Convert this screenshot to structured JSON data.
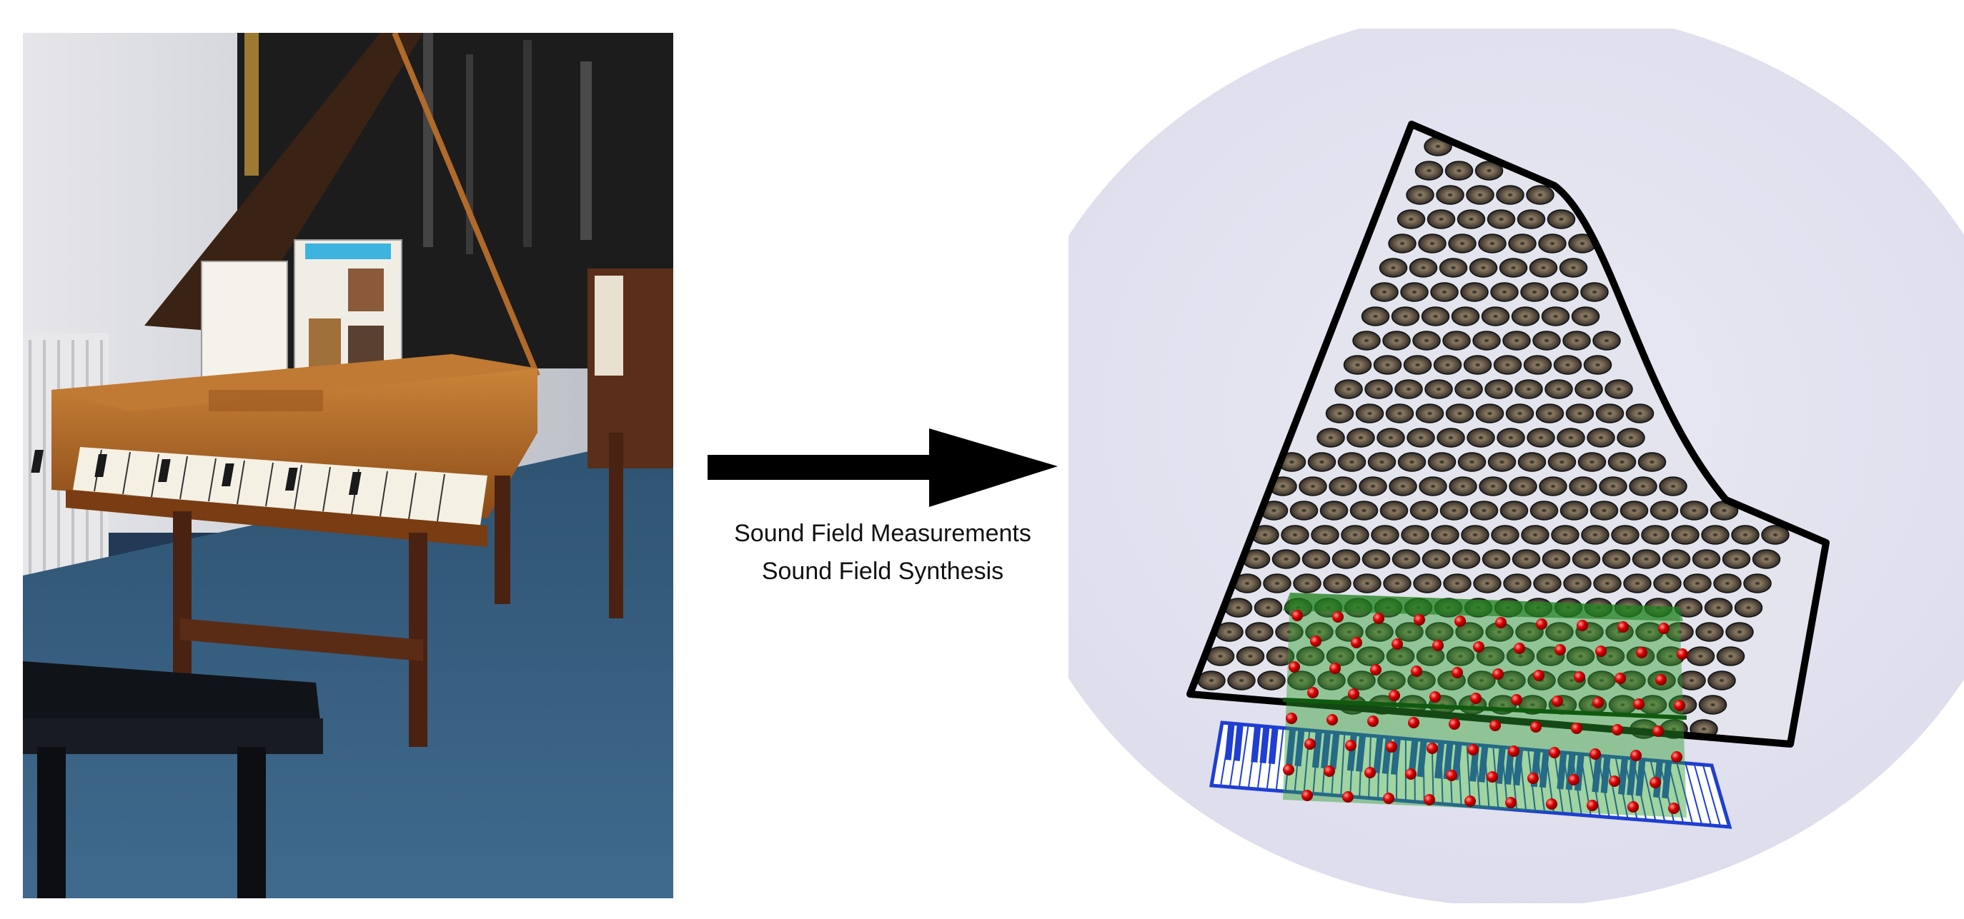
{
  "figure": {
    "left_panel": {
      "content": "photograph of a square piano / fortepiano",
      "icons": [
        "piano-photo-icon"
      ]
    },
    "arrow": {
      "direction": "right",
      "color": "#000000"
    },
    "captions": [
      "Sound Field Measurements",
      "Sound Field Synthesis"
    ],
    "right_panel": {
      "content": "3D model of piano outline with loudspeaker array, measurement points and keyboard",
      "colors": {
        "background_sphere": "#dcdcec",
        "outline": "#000000",
        "speaker": "#2a2a2a",
        "speaker_cone": "#8a7a62",
        "measurement_region": "#2ca02c",
        "measurement_point": "#dd0000",
        "keyboard": "#1f3fd0"
      }
    }
  }
}
